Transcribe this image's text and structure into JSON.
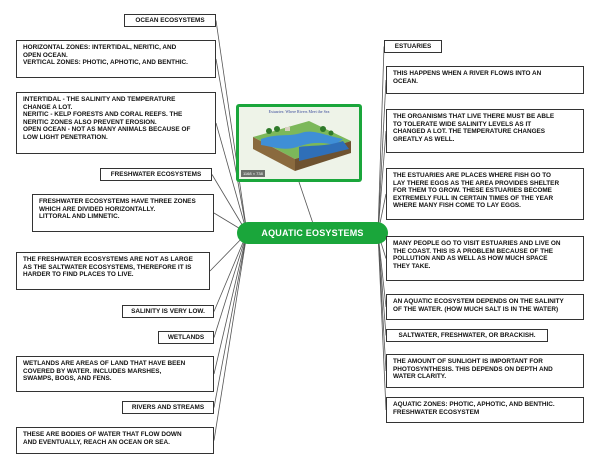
{
  "center": {
    "label": "AQUATIC EOSYSTEMS",
    "color": "#1aa63b"
  },
  "image": {
    "caption": "Estuaries: Where Rivers Meet the Sea",
    "dims_label": "1168 × 738"
  },
  "left_nodes": [
    {
      "id": "ocean-ecosystems",
      "text": "OCEAN ECOSYSTEMS"
    },
    {
      "id": "zones",
      "text": "HORIZONTAL ZONES: INTERTIDAL, NERITIC, AND\nOPEN OCEAN.\nVERTICAL ZONES: PHOTIC, APHOTIC, AND BENTHIC."
    },
    {
      "id": "intertidal",
      "text": "INTERTIDAL - THE SALINITY AND TEMPERATURE\nCHANGE A LOT.\nNERITIC - KELP FORESTS AND CORAL REEFS. THE\nNERITIC ZONES ALSO PREVENT EROSION.\nOPEN OCEAN - NOT AS MANY ANIMALS BECAUSE OF\nLOW LIGHT PENETRATION."
    },
    {
      "id": "freshwater-ecosystems",
      "text": "FRESHWATER ECOSYSTEMS"
    },
    {
      "id": "freshwater-zones",
      "text": "FRESHWATER ECOSYSTEMS HAVE THREE ZONES\nWHICH ARE DIVIDED HORIZONTALLY.\nLITTORAL AND LIMNETIC."
    },
    {
      "id": "freshwater-size",
      "text": "THE FRESHWATER ECOSYSTEMS ARE NOT AS LARGE\nAS THE SALTWATER ECOSYSTEMS, THEREFORE IT IS\nHARDER TO FIND PLACES TO LIVE."
    },
    {
      "id": "salinity-low",
      "text": "SALINITY IS VERY LOW."
    },
    {
      "id": "wetlands",
      "text": "WETLANDS"
    },
    {
      "id": "wetlands-desc",
      "text": "WETLANDS ARE AREAS OF LAND THAT HAVE BEEN\nCOVERED BY WATER. INCLUDES MARSHES,\nSWAMPS, BOGS, AND FENS."
    },
    {
      "id": "rivers-streams",
      "text": "RIVERS AND STREAMS"
    },
    {
      "id": "rivers-desc",
      "text": "THESE ARE BODIES OF WATER THAT FLOW DOWN\nAND EVENTUALLY, REACH AN OCEAN OR SEA."
    }
  ],
  "right_nodes": [
    {
      "id": "estuaries",
      "text": "ESTUARIES"
    },
    {
      "id": "estuary-def",
      "text": "THIS HAPPENS WHEN A RIVER FLOWS INTO AN\nOCEAN."
    },
    {
      "id": "estuary-organisms",
      "text": "THE ORGANISMS THAT LIVE THERE MUST BE ABLE\nTO TOLERATE WIDE SALINITY LEVELS AS IT\nCHANGED A LOT. THE TEMPERATURE CHANGES\nGREATLY AS WELL."
    },
    {
      "id": "estuary-fish",
      "text": "THE ESTUARIES ARE PLACES WHERE FISH GO TO\nLAY THERE EGGS AS THE AREA PROVIDES SHELTER\nFOR THEM TO GROW. THESE ESTUARIES BECOME\nEXTREMELY FULL IN CERTAIN TIMES OF THE YEAR\nWHERE MANY FISH COME TO LAY EGGS."
    },
    {
      "id": "estuary-pollution",
      "text": "MANY PEOPLE GO TO VISIT ESTUARIES AND LIVE ON\nTHE COAST. THIS IS A PROBLEM BECAUSE OF THE\nPOLLUTION AND AS WELL AS HOW MUCH SPACE\nTHEY TAKE."
    },
    {
      "id": "salinity-depends",
      "text": "AN AQUATIC ECOSYSTEM DEPENDS ON THE SALINITY\nOF THE WATER. (HOW MUCH SALT IS IN THE WATER)"
    },
    {
      "id": "water-types",
      "text": "SALTWATER, FRESHWATER, OR BRACKISH."
    },
    {
      "id": "sunlight",
      "text": "THE AMOUNT OF SUNLIGHT IS IMPORTANT FOR\nPHOTOSYNTHESIS. THIS DEPENDS ON DEPTH AND\nWATER CLARITY."
    },
    {
      "id": "aquatic-zones",
      "text": "AQUATIC ZONES: PHOTIC, APHOTIC, AND BENTHIC.\nFRESHWATER ECOSYSTEM"
    }
  ]
}
